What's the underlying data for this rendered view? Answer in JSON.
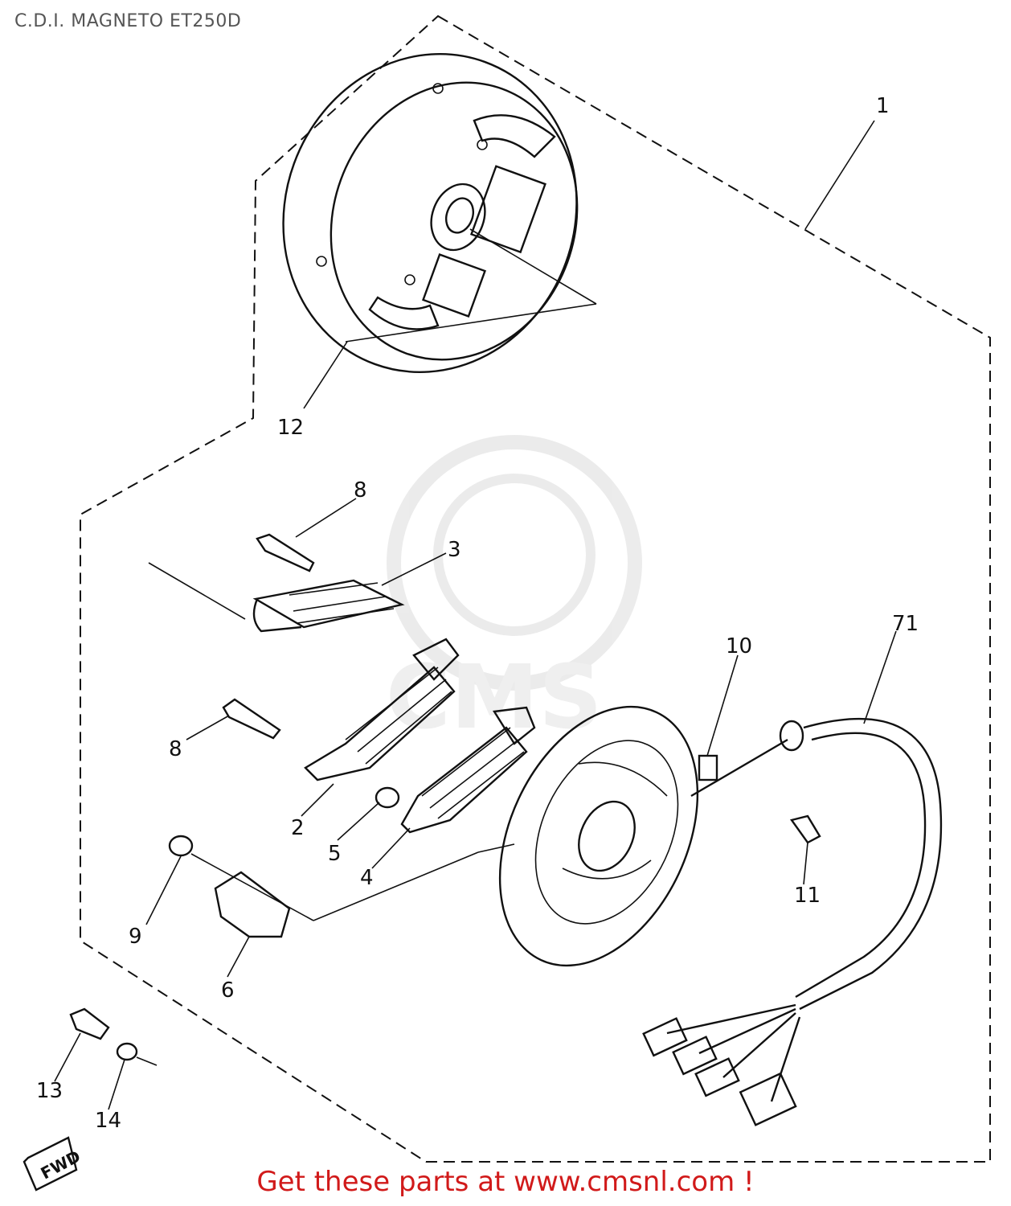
{
  "title": "C.D.I. MAGNETO ET250D",
  "footer": "Get these parts at www.cmsnl.com !",
  "callouts": {
    "c1": "1",
    "c2": "2",
    "c3": "3",
    "c4": "4",
    "c5": "5",
    "c6": "6",
    "c7": "71",
    "c8a": "8",
    "c8b": "8",
    "c9": "9",
    "c10": "10",
    "c11": "11",
    "c12": "12",
    "c13": "13",
    "c14": "14"
  },
  "fwd_label": "FWD",
  "colors": {
    "footer": "#d11a1a",
    "title": "#555555",
    "ink": "#111111",
    "watermark": "#dcdcdc"
  }
}
